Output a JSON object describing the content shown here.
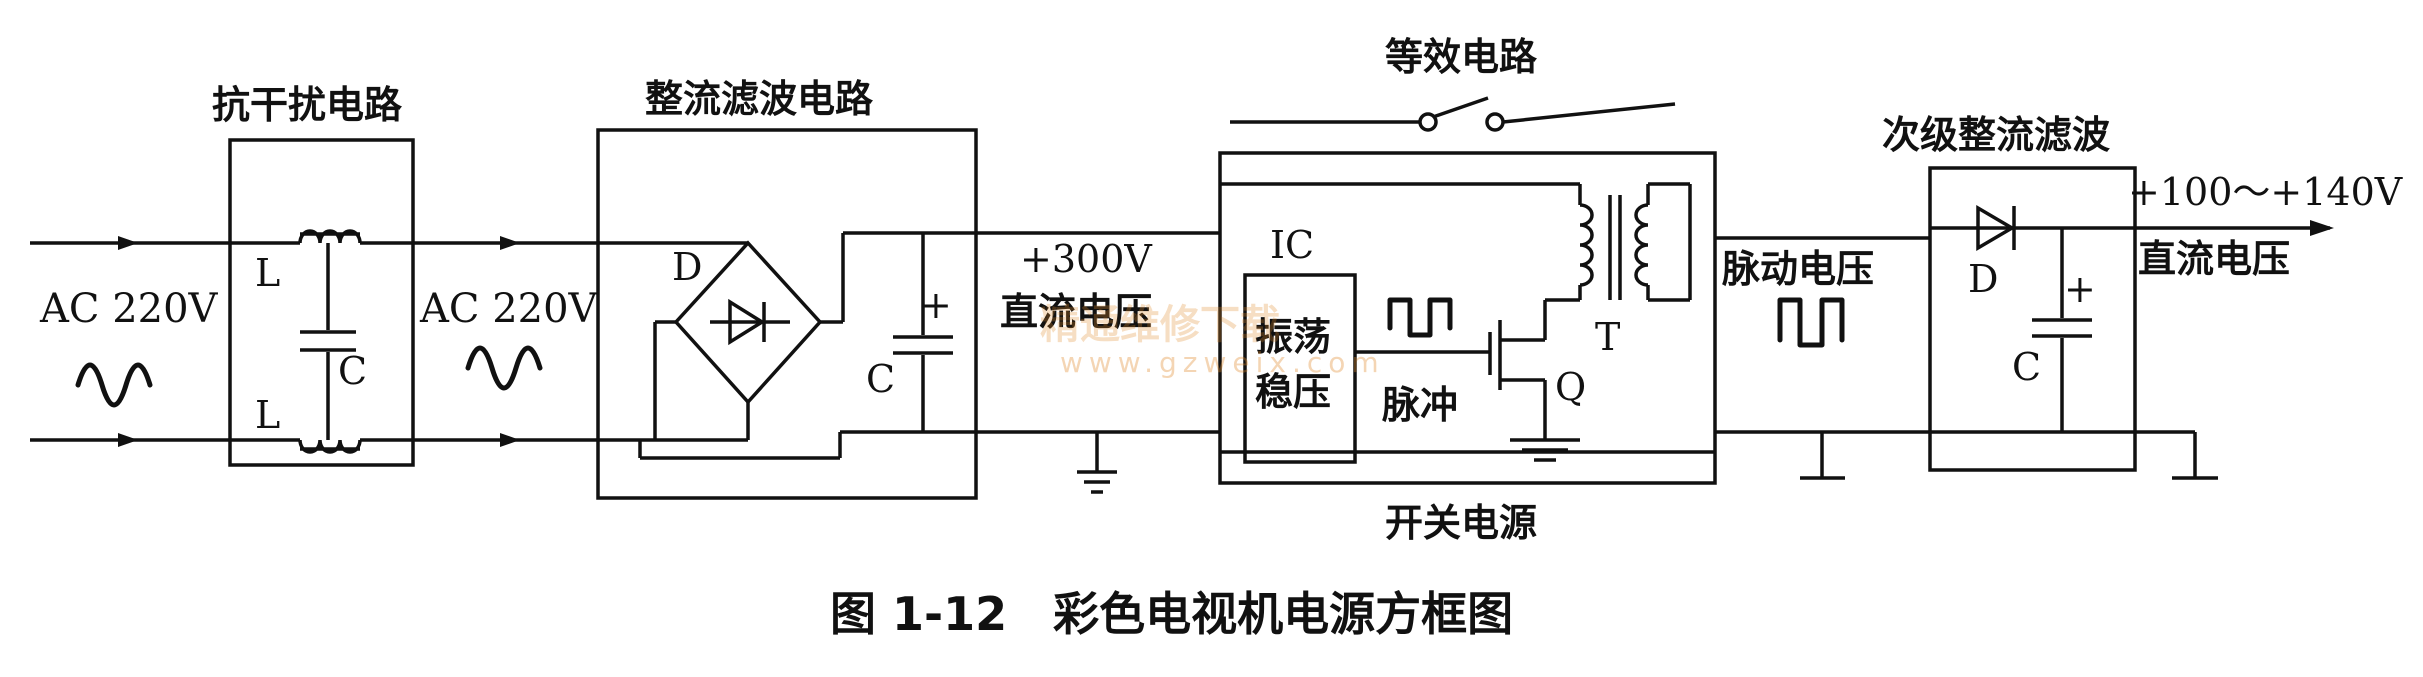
{
  "blocks": {
    "anti_interference": {
      "title": "抗干扰电路",
      "inductor_top": "L",
      "inductor_bottom": "L",
      "capacitor": "C"
    },
    "rectifier_filter": {
      "title": "整流滤波电路",
      "diode": "D",
      "capacitor": "C",
      "plus": "+"
    },
    "switching_supply": {
      "title": "开关电源",
      "equivalent_circuit": "等效电路",
      "ic_label": "IC",
      "oscillator_line1": "振荡",
      "oscillator_line2": "稳压",
      "pulse": "脉冲",
      "transistor": "Q",
      "transformer": "T"
    },
    "secondary": {
      "title": "次级整流滤波",
      "diode": "D",
      "capacitor": "C",
      "plus": "+"
    }
  },
  "signals": {
    "input_ac": "AC 220V",
    "mid_ac": "AC 220V",
    "dc_300_value": "+300V",
    "dc_300_text": "直流电压",
    "pulse_voltage": "脉动电压",
    "output_value": "+100～+140V",
    "output_text": "直流电压"
  },
  "watermark": {
    "main": "精通维修下载",
    "url": "www.gzweix.com"
  },
  "caption": "图 1-12　彩色电视机电源方框图",
  "colors": {
    "ink": "#111111",
    "watermark": "#e08a2a",
    "background": "#ffffff"
  }
}
